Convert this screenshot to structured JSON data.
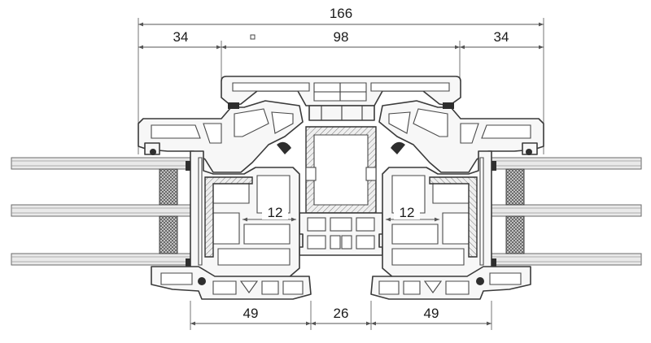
{
  "dimensions": {
    "overall": "166",
    "left_sash": "34",
    "center_frame": "98",
    "right_sash": "34",
    "left_rebate": "12",
    "right_rebate": "12",
    "bottom_left": "49",
    "bottom_center": "26",
    "bottom_right": "49"
  },
  "colors": {
    "line": "#3a3a3a",
    "profile_fill": "#f7f7f7",
    "glass_fill": "#e9e9e9",
    "gasket": "#2e2e2e"
  }
}
